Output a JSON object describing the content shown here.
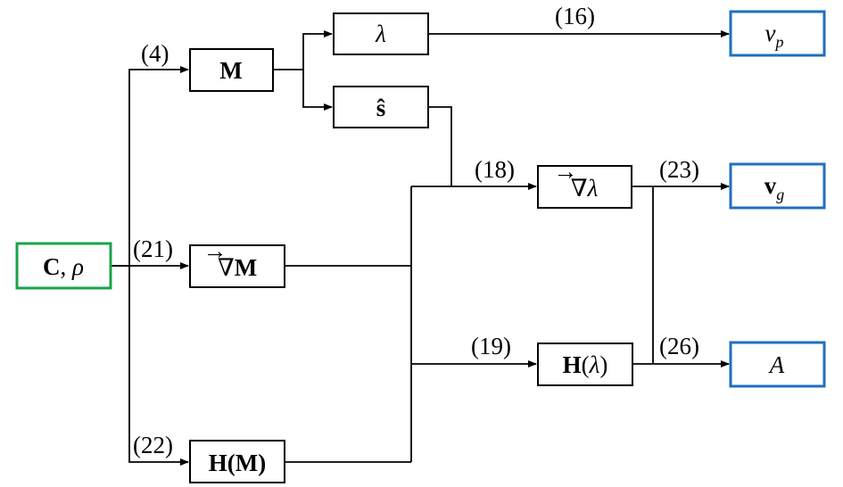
{
  "nodes": {
    "input": {
      "main": "C",
      "sep": ", ",
      "symbol": "ρ"
    },
    "M": {
      "text": "M"
    },
    "lambda": {
      "text": "λ"
    },
    "s_hat": {
      "text": "ŝ"
    },
    "grad_M": {
      "nabla": "∇",
      "arrow": "→",
      "text": "M"
    },
    "H_M": {
      "text": "H(M)"
    },
    "grad_lambda": {
      "nabla": "∇",
      "arrow": "→",
      "symbol": "λ"
    },
    "H_lambda": {
      "H": "H",
      "open": "(",
      "symbol": "λ",
      "close": ")"
    },
    "v_p": {
      "main": "v",
      "sub": "p"
    },
    "v_g": {
      "main": "v",
      "sub": "g"
    },
    "A": {
      "text": "A"
    }
  },
  "equations": {
    "eq4": "(4)",
    "eq16": "(16)",
    "eq18": "(18)",
    "eq19": "(19)",
    "eq21": "(21)",
    "eq22": "(22)",
    "eq23": "(23)",
    "eq26": "(26)"
  },
  "colors": {
    "input_border": "#1aa34a",
    "output_border": "#1f6fbf",
    "box_border": "#000000"
  }
}
